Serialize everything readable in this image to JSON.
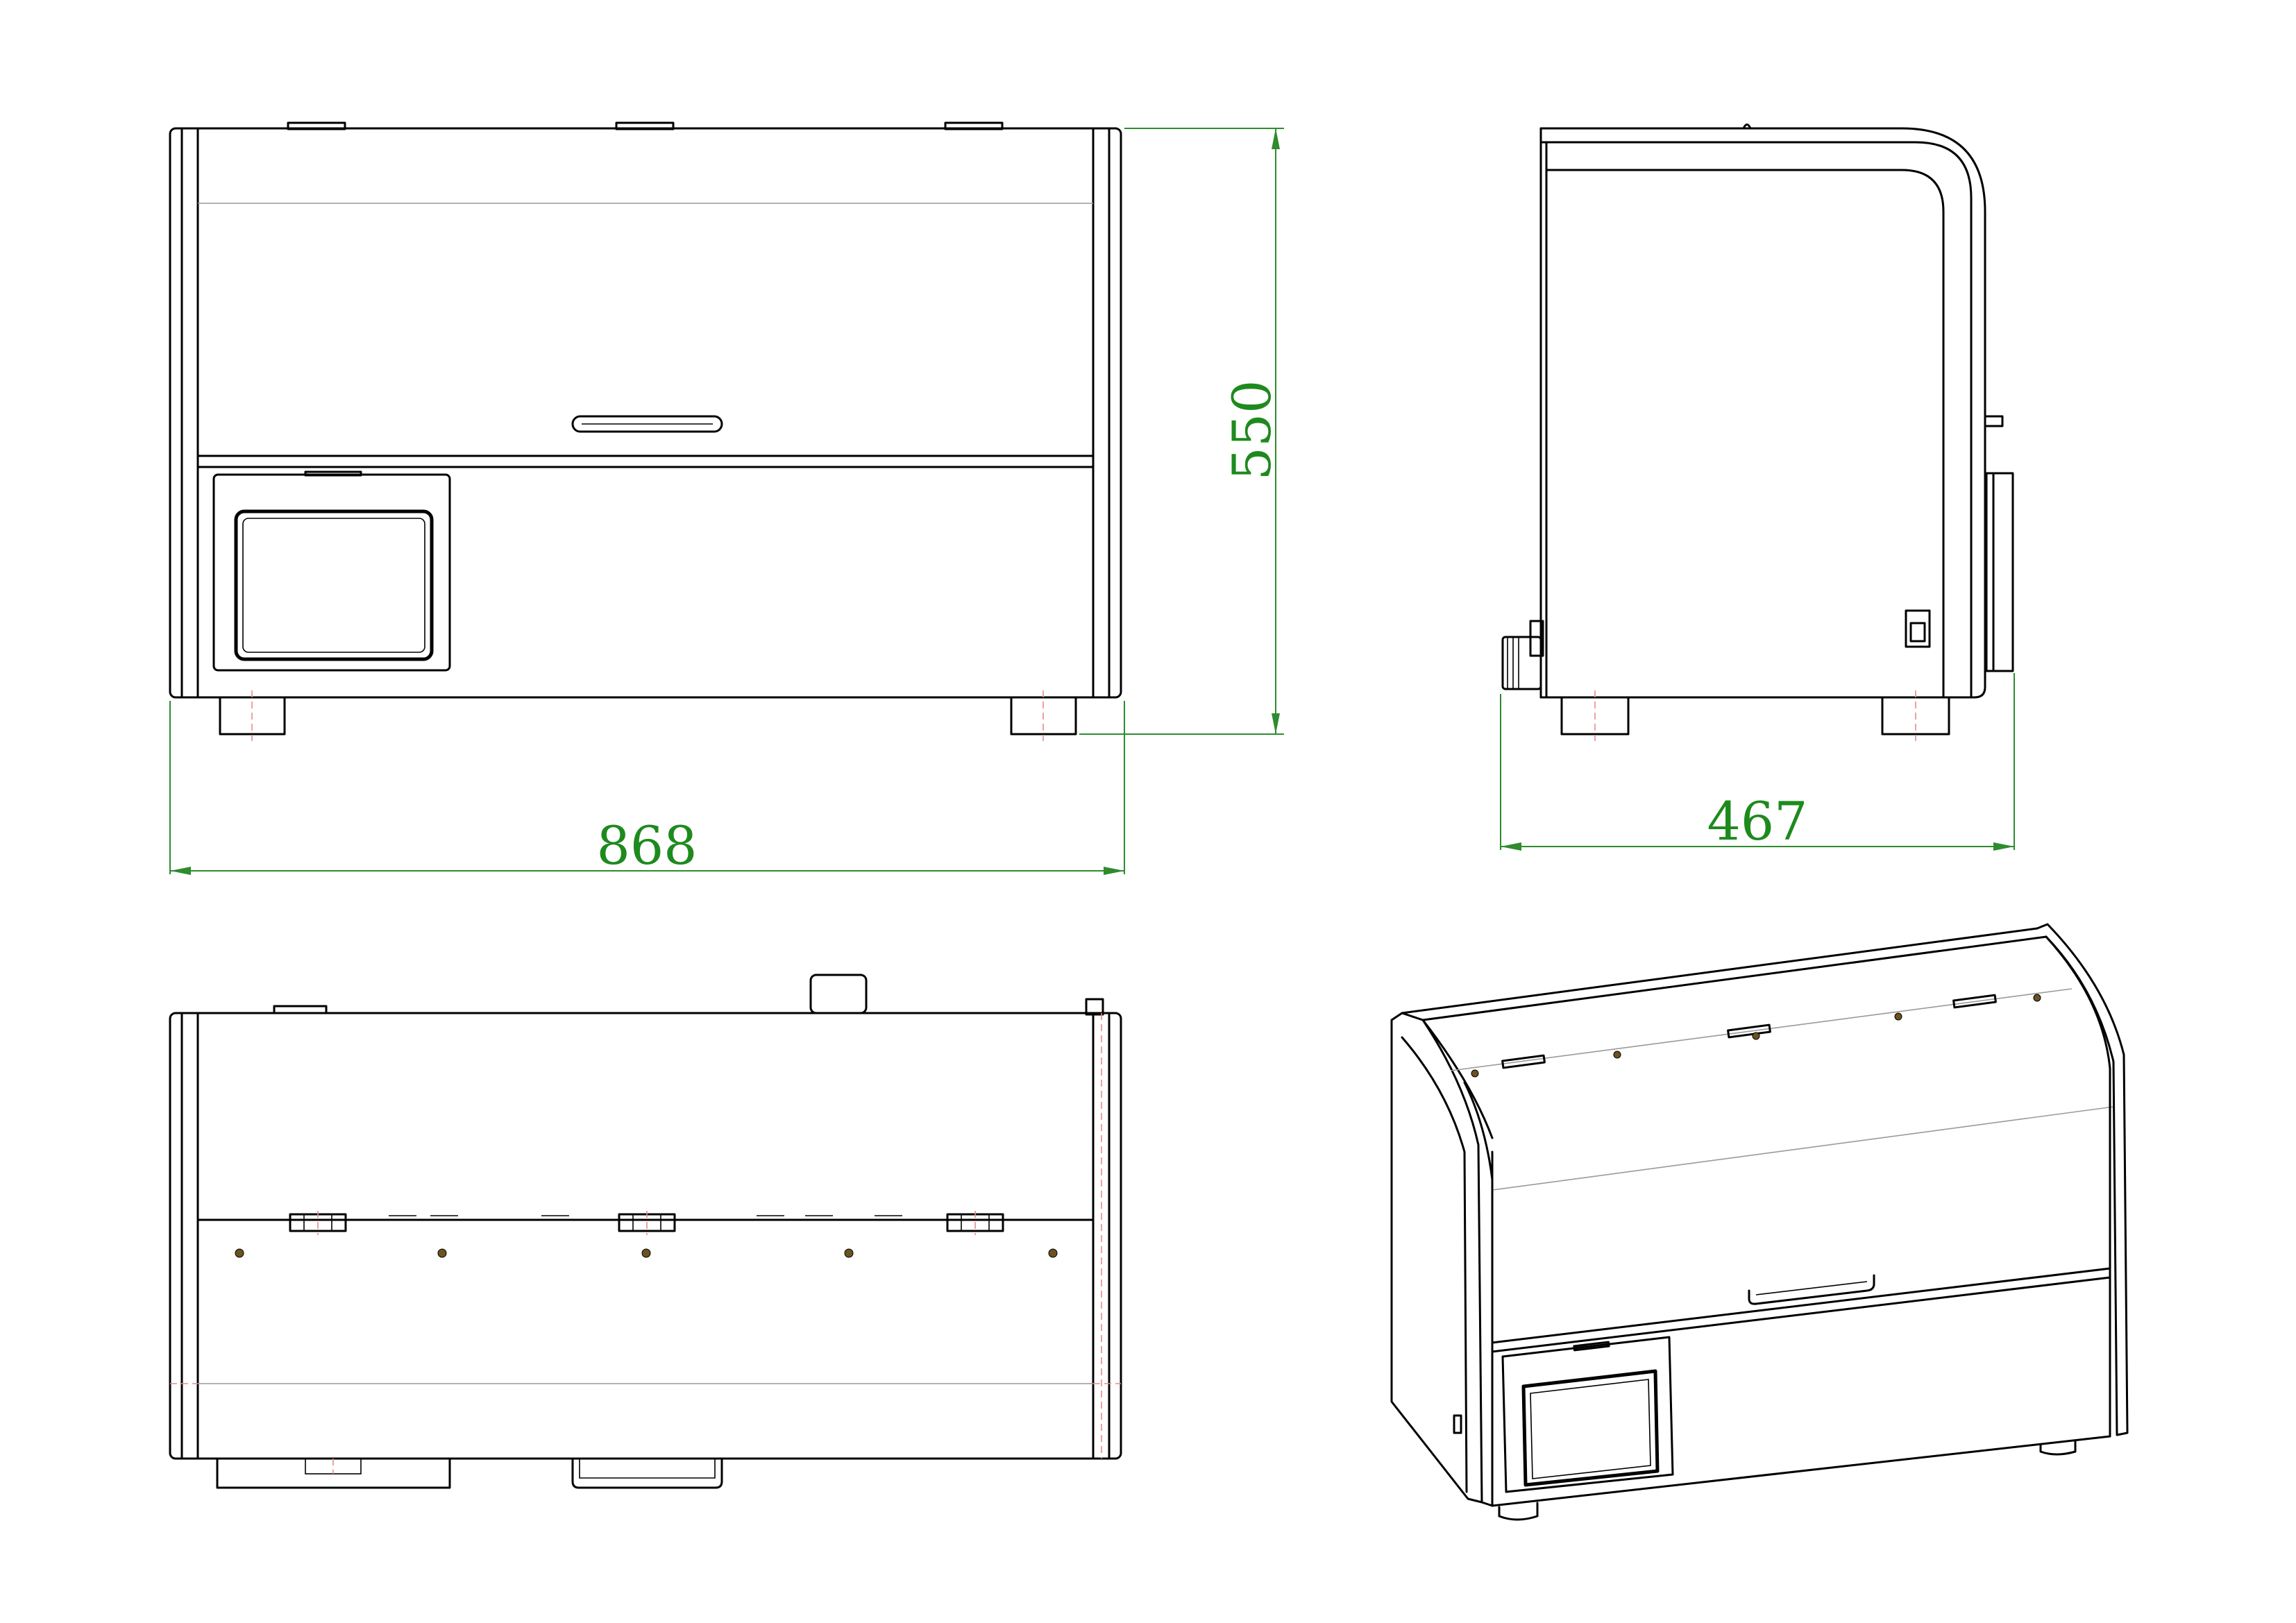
{
  "dimensions": {
    "width": "868",
    "height": "550",
    "depth": "467"
  },
  "colors": {
    "line": "#000000",
    "dimension": "#2e8b2e",
    "centerline": "#e88a8a",
    "hidden": "#9a9a9a"
  }
}
